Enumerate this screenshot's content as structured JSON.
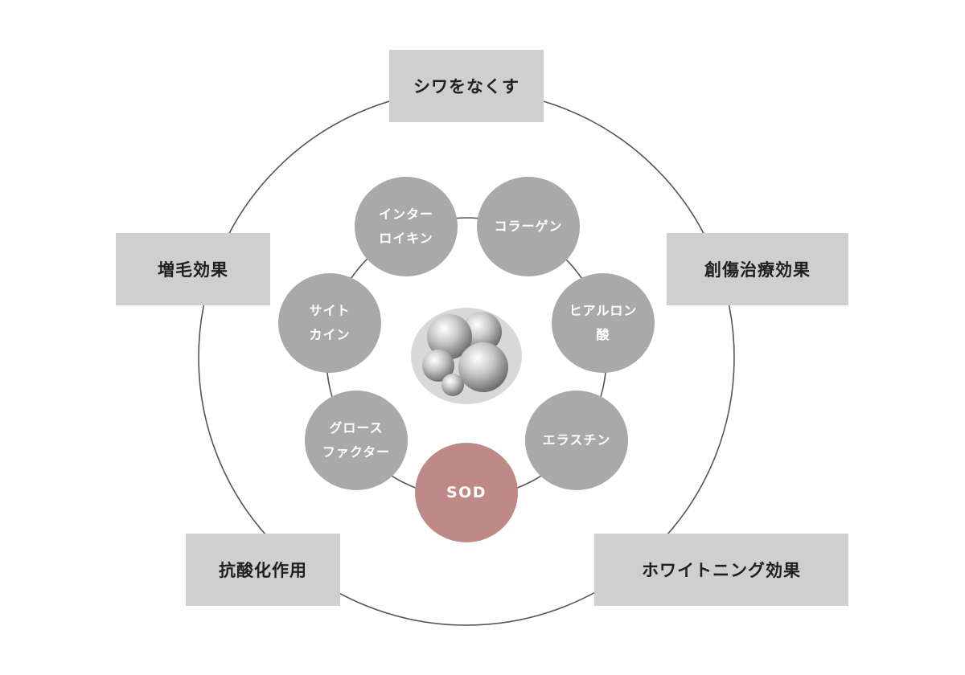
{
  "effects": {
    "top": "シワをなくす",
    "left": "増毛効果",
    "right": "創傷治療効果",
    "bottom_left": "抗酸化作用",
    "bottom_right": "ホワイトニング効果"
  },
  "nodes": {
    "interleukin": [
      "インター",
      "ロイキン"
    ],
    "collagen": [
      "コラーゲン"
    ],
    "hyaluronic": [
      "ヒアルロン",
      "酸"
    ],
    "cytokine": [
      "サイト",
      "カイン"
    ],
    "elastin": [
      "エラスチン"
    ],
    "growth_factor": [
      "グロース",
      "ファクター"
    ],
    "sod": [
      "SOD"
    ]
  },
  "colors": {
    "effect_box": "#cfcfcf",
    "node": "#a9a9a9",
    "sod": "#be8987",
    "line": "#555555"
  }
}
